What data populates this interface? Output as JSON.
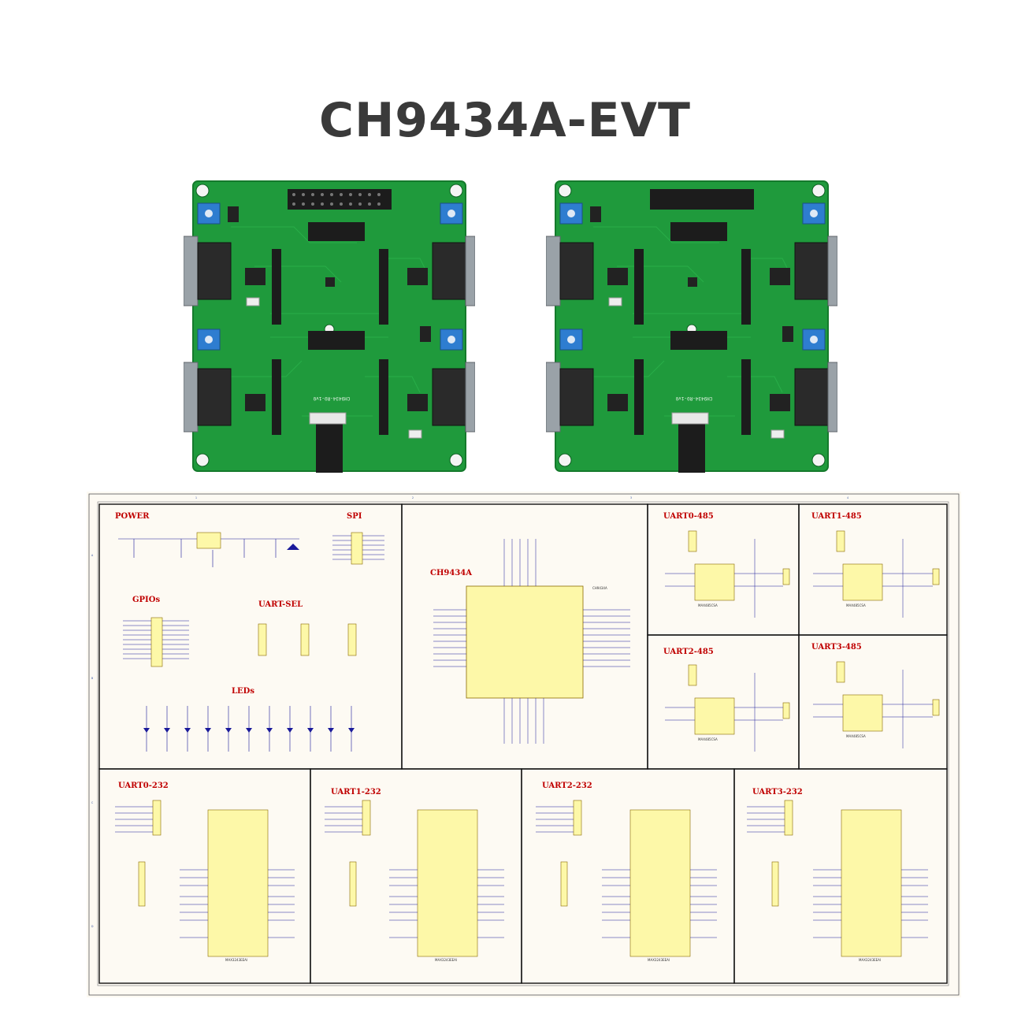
{
  "title": "CH9434A-EVT",
  "boards": [
    {
      "silk": "CH9434-R0-1v0"
    },
    {
      "silk": "CH9434-R0-1v0"
    }
  ],
  "schematic": {
    "panels": [
      {
        "label": "POWER"
      },
      {
        "label": "SPI"
      },
      {
        "label": "GPIOs"
      },
      {
        "label": "UART-SEL"
      },
      {
        "label": "LEDs"
      },
      {
        "label": "CH9434A"
      },
      {
        "label": "UART0-485"
      },
      {
        "label": "UART1-485"
      },
      {
        "label": "UART2-485"
      },
      {
        "label": "UART3-485"
      },
      {
        "label": "UART0-232"
      },
      {
        "label": "UART1-232"
      },
      {
        "label": "UART2-232"
      },
      {
        "label": "UART3-232"
      }
    ],
    "chips": {
      "ch9434a": "CH9434A",
      "rs485": "MAX485CSA",
      "rs232": "MAX3243EEAI"
    },
    "border_cols": [
      "1",
      "2",
      "3",
      "4"
    ],
    "border_rows": [
      "A",
      "B",
      "C",
      "D"
    ]
  },
  "colors": {
    "pcb": "#1f9a3c",
    "pcb_dark": "#157a2c",
    "terminal": "#2e7dd0",
    "ic_fill": "#fdf8a8",
    "wire": "#1a1a9a",
    "label_red": "#c00000"
  }
}
